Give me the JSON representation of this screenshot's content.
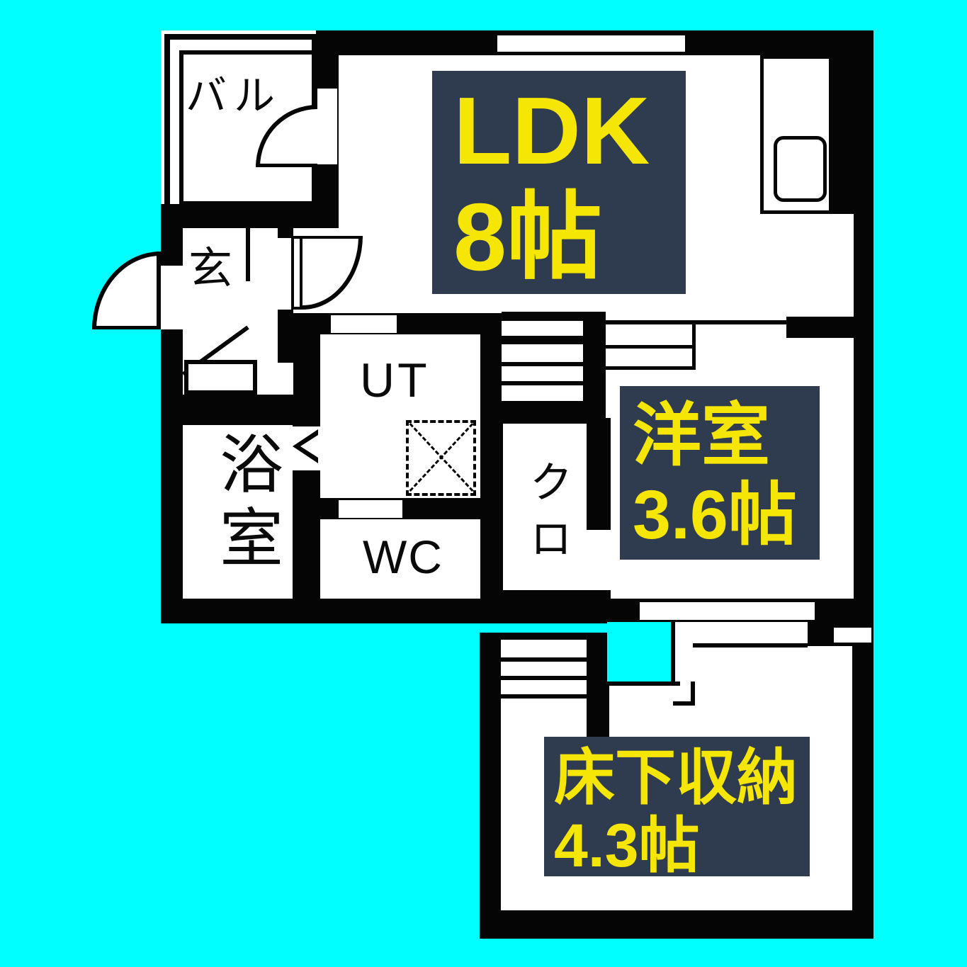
{
  "colors": {
    "background": "#00ffff",
    "wall": "#050505",
    "floor": "#ffffff",
    "label_box": "#2f3b4f",
    "label_text": "#f5e606"
  },
  "rooms": {
    "ldk": {
      "name": "LDK",
      "size": "8帖"
    },
    "western_room": {
      "name": "洋室",
      "size": "3.6帖"
    },
    "underfloor_storage": {
      "name": "床下収納",
      "size": "4.3帖"
    },
    "balcony": {
      "label": "バル"
    },
    "entrance": {
      "label": "玄"
    },
    "bathroom": {
      "label": "浴室"
    },
    "utility": {
      "label": "UT"
    },
    "toilet": {
      "label": "WC"
    },
    "closet": {
      "label": "クロ"
    }
  }
}
